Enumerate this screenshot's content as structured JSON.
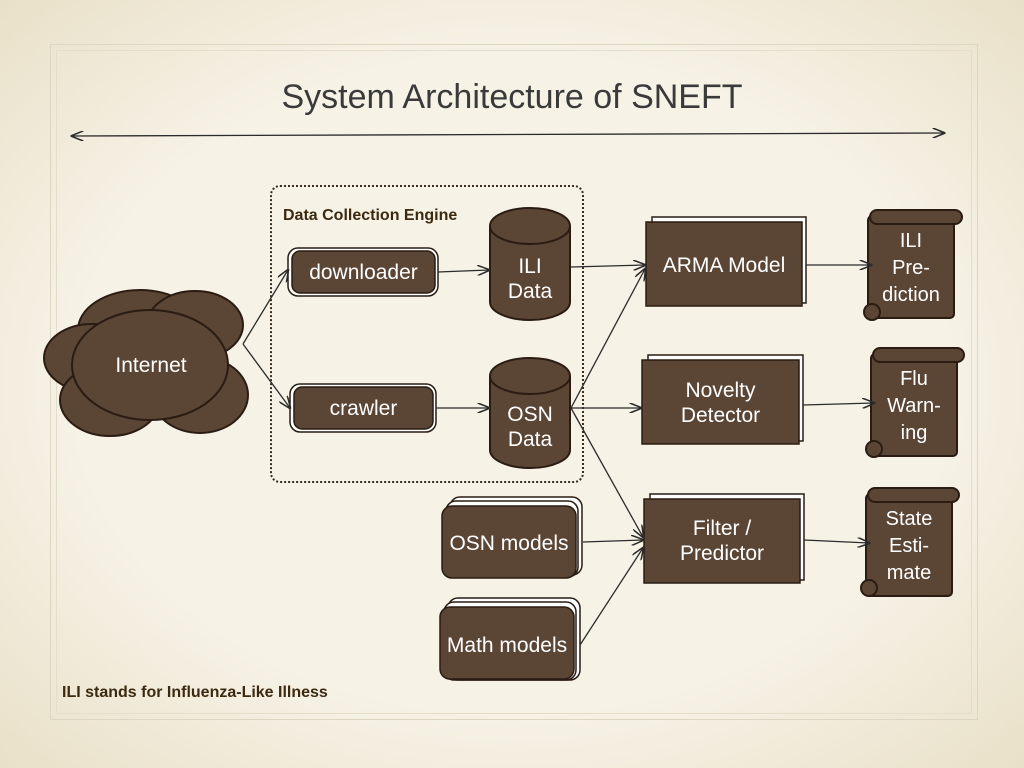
{
  "title": "System Architecture of SNEFT",
  "engine_label": "Data Collection Engine",
  "footnote": "ILI stands for Influenza-Like Illness",
  "nodes": {
    "internet": "Internet",
    "downloader": "downloader",
    "crawler": "crawler",
    "ili_data": "ILI\nData",
    "osn_data": "OSN\nData",
    "osn_models": "OSN models",
    "math_models": "Math models",
    "arma": "ARMA Model",
    "novelty": "Novelty\nDetector",
    "filter": "Filter /\nPredictor",
    "ili_prediction": "ILI\nPre-\ndiction",
    "flu_warning": "Flu\nWarn-\ning",
    "state_estimate": "State\nEsti-\nmate"
  },
  "colors": {
    "node_fill": "#5b4535",
    "node_stroke": "#2a1c12",
    "line": "#2b2b2b"
  }
}
